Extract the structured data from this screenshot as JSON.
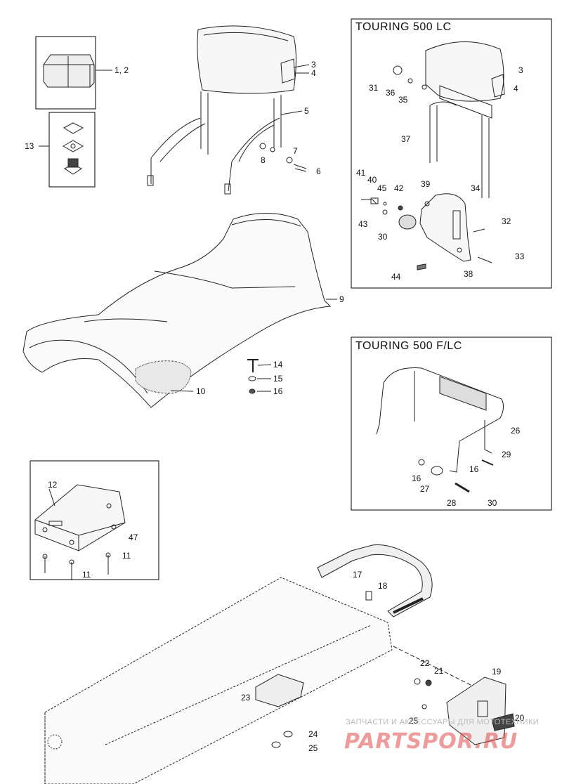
{
  "insets": {
    "touring_lc_title": "TOURING 500 LC",
    "touring_flc_title": "TOURING 500 F/LC"
  },
  "callouts": {
    "c_1_2": "1, 2",
    "c_3": "3",
    "c_4": "4",
    "c_5": "5",
    "c_6": "6",
    "c_7": "7",
    "c_8": "8",
    "c_9": "9",
    "c_10": "10",
    "c_11a": "11",
    "c_11b": "11",
    "c_12": "12",
    "c_13": "13",
    "c_14": "14",
    "c_15": "15",
    "c_16": "16",
    "c_17": "17",
    "c_18": "18",
    "c_19": "19",
    "c_20": "20",
    "c_21": "21",
    "c_22": "22",
    "c_23": "23",
    "c_24": "24",
    "c_25a": "25",
    "c_25b": "25",
    "c_47": "47",
    "lc_3": "3",
    "lc_4": "4",
    "lc_30": "30",
    "lc_31": "31",
    "lc_32": "32",
    "lc_33": "33",
    "lc_34": "34",
    "lc_35": "35",
    "lc_36": "36",
    "lc_37": "37",
    "lc_38": "38",
    "lc_39": "39",
    "lc_40": "40",
    "lc_41": "41",
    "lc_42": "42",
    "lc_43": "43",
    "lc_44": "44",
    "lc_45": "45",
    "flc_16a": "16",
    "flc_16b": "16",
    "flc_26": "26",
    "flc_27": "27",
    "flc_28": "28",
    "flc_29": "29",
    "flc_30": "30"
  },
  "watermark": {
    "tagline": "ЗАПЧАСТИ И АКСЕССУАРЫ ДЛЯ МОТОТЕХНИКИ",
    "brand": "PARTSPOR.RU"
  }
}
